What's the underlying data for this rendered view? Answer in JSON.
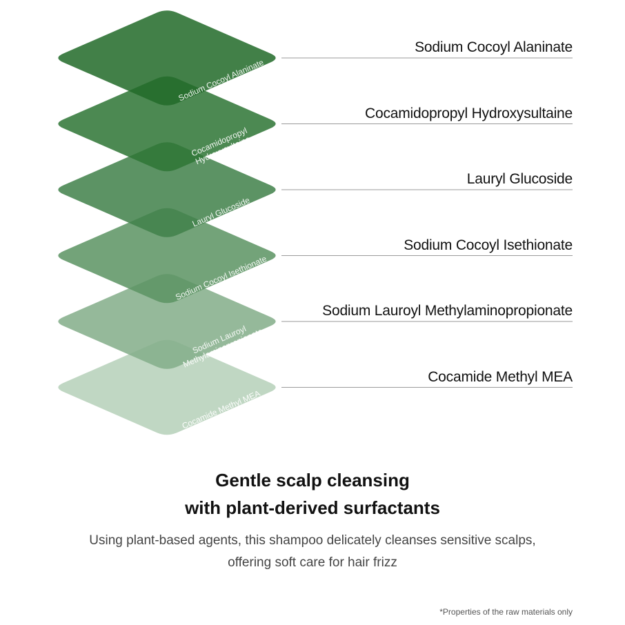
{
  "layers": [
    {
      "name": "Sodium Cocoyl Alaninate",
      "tile_lines": [
        "Sodium Cocoyl Alaninate"
      ],
      "color": "#236b2a"
    },
    {
      "name": "Cocamidopropyl Hydroxysultaine",
      "tile_lines": [
        "Cocamidopropyl",
        "Hydroxysultaine"
      ],
      "color": "#2e7635"
    },
    {
      "name": "Lauryl Glucoside",
      "tile_lines": [
        "Lauryl Glucoside"
      ],
      "color": "#41814a"
    },
    {
      "name": "Sodium Cocoyl Isethionate",
      "tile_lines": [
        "Sodium Cocoyl Isethionate"
      ],
      "color": "#5c9463"
    },
    {
      "name": "Sodium Lauroyl Methylaminopropionate",
      "tile_lines": [
        "Sodium Lauroyl",
        "Methylaminopropionate"
      ],
      "color": "#84ad89"
    },
    {
      "name": "Cocamide Methyl MEA",
      "tile_lines": [
        "Cocamide Methyl MEA"
      ],
      "color": "#b6d0b9"
    }
  ],
  "headline": {
    "line1": "Gentle scalp cleansing",
    "line2": "with plant-derived surfactants"
  },
  "body": {
    "line1": "Using plant-based agents, this shampoo delicately cleanses sensitive scalps,",
    "line2": "offering soft care for hair frizz"
  },
  "footnote": "*Properties of the raw materials only"
}
